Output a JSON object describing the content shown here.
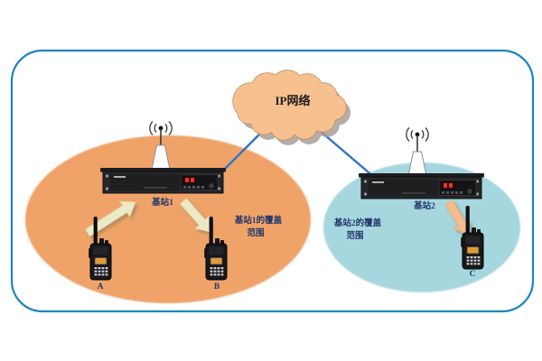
{
  "cloud": {
    "label": "IP网络"
  },
  "stations": [
    {
      "label": "基站1"
    },
    {
      "label": "基站2"
    }
  ],
  "coverage": [
    {
      "line1": "基站1的覆盖",
      "line2": "范围"
    },
    {
      "line1": "基站2的覆盖",
      "line2": "范围"
    }
  ],
  "radios": [
    {
      "label": "A"
    },
    {
      "label": "B"
    },
    {
      "label": "C"
    }
  ],
  "colors": {
    "border": "#1a86c2",
    "cloud_fill": "#f6c08f",
    "cloud_outline": "#bc8c5e",
    "coverage1_fill": "#f0a367",
    "coverage2_fill": "#a6d7de",
    "link_line": "#3273c8",
    "arrow_cream": "#ece9c6",
    "arrow_peach": "#f4bb8e",
    "label_text": "#21386b"
  }
}
